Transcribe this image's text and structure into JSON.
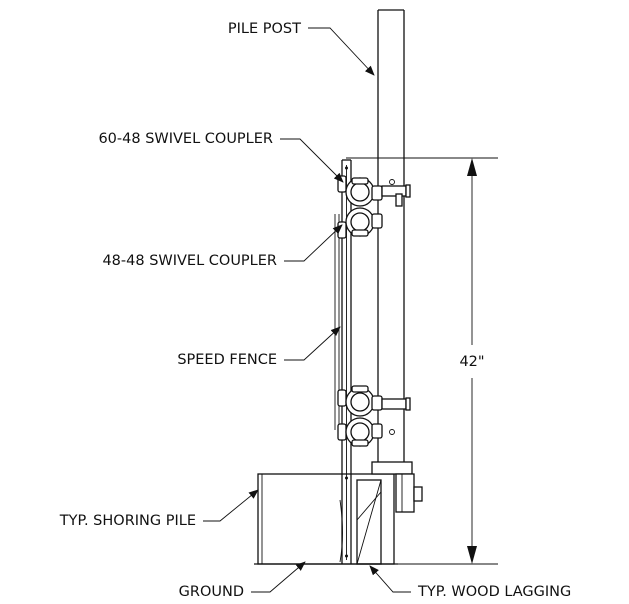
{
  "labels": {
    "pile_post": "PILE POST",
    "swivel_60_48": "60-48 SWIVEL COUPLER",
    "swivel_48_48": "48-48 SWIVEL COUPLER",
    "speed_fence": "SPEED FENCE",
    "shoring_pile": "TYP. SHORING PILE",
    "ground": "GROUND",
    "wood_lagging": "TYP. WOOD LAGGING",
    "dimension": "42\""
  }
}
